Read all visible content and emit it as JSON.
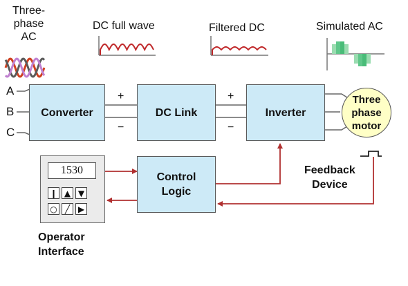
{
  "headers": {
    "ac_title": "Three-\nphase\nAC",
    "dc_full_wave": "DC full wave",
    "filtered_dc": "Filtered DC",
    "simulated_ac": "Simulated AC"
  },
  "phases": [
    "A",
    "B",
    "C"
  ],
  "blocks": {
    "converter": "Converter",
    "dc_link": "DC Link",
    "inverter": "Inverter",
    "control_logic": "Control\nLogic",
    "motor": "Three\nphase\nmotor"
  },
  "polarity": {
    "plus": "+",
    "minus": "−"
  },
  "feedback_device": "Feedback\nDevice",
  "operator_interface": {
    "display_value": "1530",
    "label": "Operator\nInterface",
    "keys": [
      {
        "name": "stop-icon",
        "glyph": "❙"
      },
      {
        "name": "up-arrow-icon",
        "glyph": "▲"
      },
      {
        "name": "down-arrow-icon",
        "glyph": "▼"
      },
      {
        "name": "circle-icon",
        "glyph": "○"
      },
      {
        "name": "slash-icon",
        "glyph": "╱"
      },
      {
        "name": "play-icon",
        "glyph": "▶"
      }
    ]
  },
  "colors": {
    "block_fill": "#cdeaf7",
    "motor_fill": "#ffffc6",
    "signal_line": "#b03030",
    "wave_red": "#c0282a",
    "phase_a": "#d04020",
    "phase_b": "#5a5a5a",
    "phase_c": "#c080d0",
    "sim_ac": "#5fc78a"
  }
}
